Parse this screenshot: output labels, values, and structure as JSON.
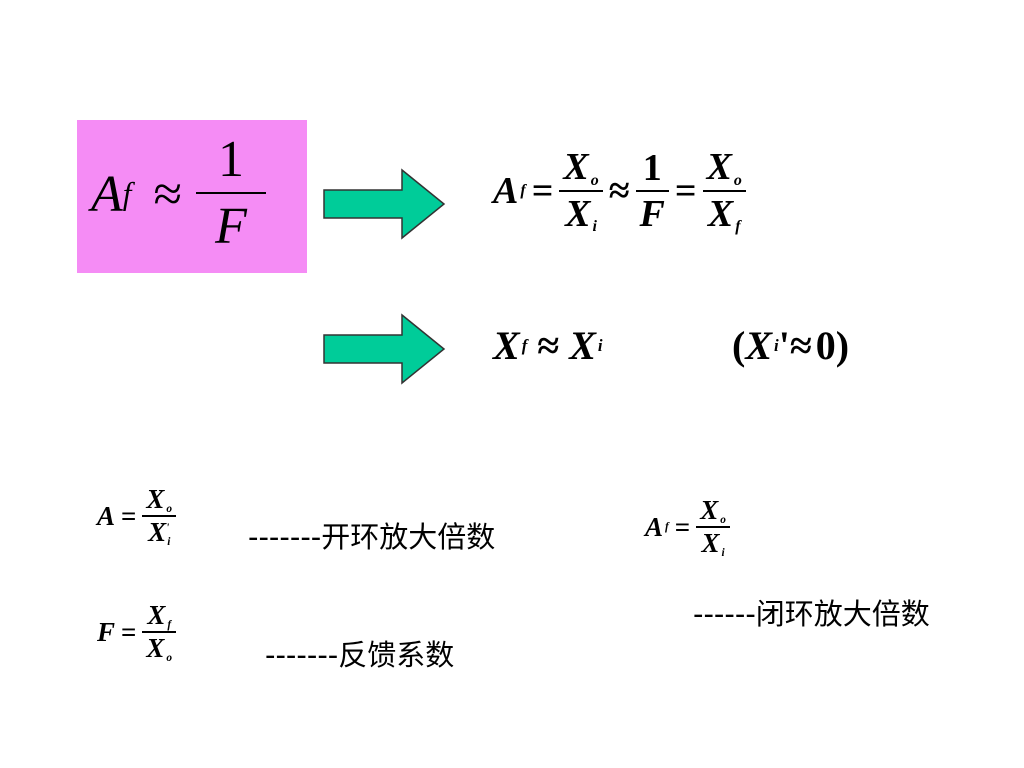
{
  "main_formula": {
    "lhs": "A",
    "lhs_sub": "f",
    "approx": "≈",
    "num": "1",
    "den": "F"
  },
  "colors": {
    "box": "#f58cf5",
    "arrow": "#00cc99"
  },
  "arrow_icons": [
    "right-arrow-icon",
    "right-arrow-icon"
  ],
  "eq1": {
    "A": "A",
    "f": "f",
    "eq": "=",
    "Xo": "X",
    "o": "o",
    "Xi": "X",
    "i": "i",
    "approx": "≈",
    "one": "1",
    "F": "F",
    "eq2": "=",
    "Xo2": "X",
    "o2": "o",
    "Xf": "X",
    "f2": "f"
  },
  "eq2": {
    "Xf": "X",
    "f": "f",
    "approx": "≈",
    "Xi": "X",
    "i": "i"
  },
  "eq3": {
    "lparen": "(",
    "Xi": "X",
    "i": "i",
    "prime": "'",
    "approx": "≈",
    "zero": "0",
    "rparen": ")"
  },
  "open_loop": {
    "A": "A",
    "eq": "=",
    "Xo": "X",
    "o": "o",
    "Xi": "X",
    "prime": "'",
    "i": "i",
    "label": "-------开环放大倍数"
  },
  "closed_loop": {
    "A": "A",
    "f": "f",
    "eq": "=",
    "Xo": "X",
    "o": "o",
    "Xi": "X",
    "i": "i",
    "label": "------闭环放大倍数"
  },
  "feedback": {
    "F": "F",
    "eq": "=",
    "Xf": "X",
    "f": "f",
    "Xo": "X",
    "o": "o",
    "label": "-------反馈系数"
  }
}
